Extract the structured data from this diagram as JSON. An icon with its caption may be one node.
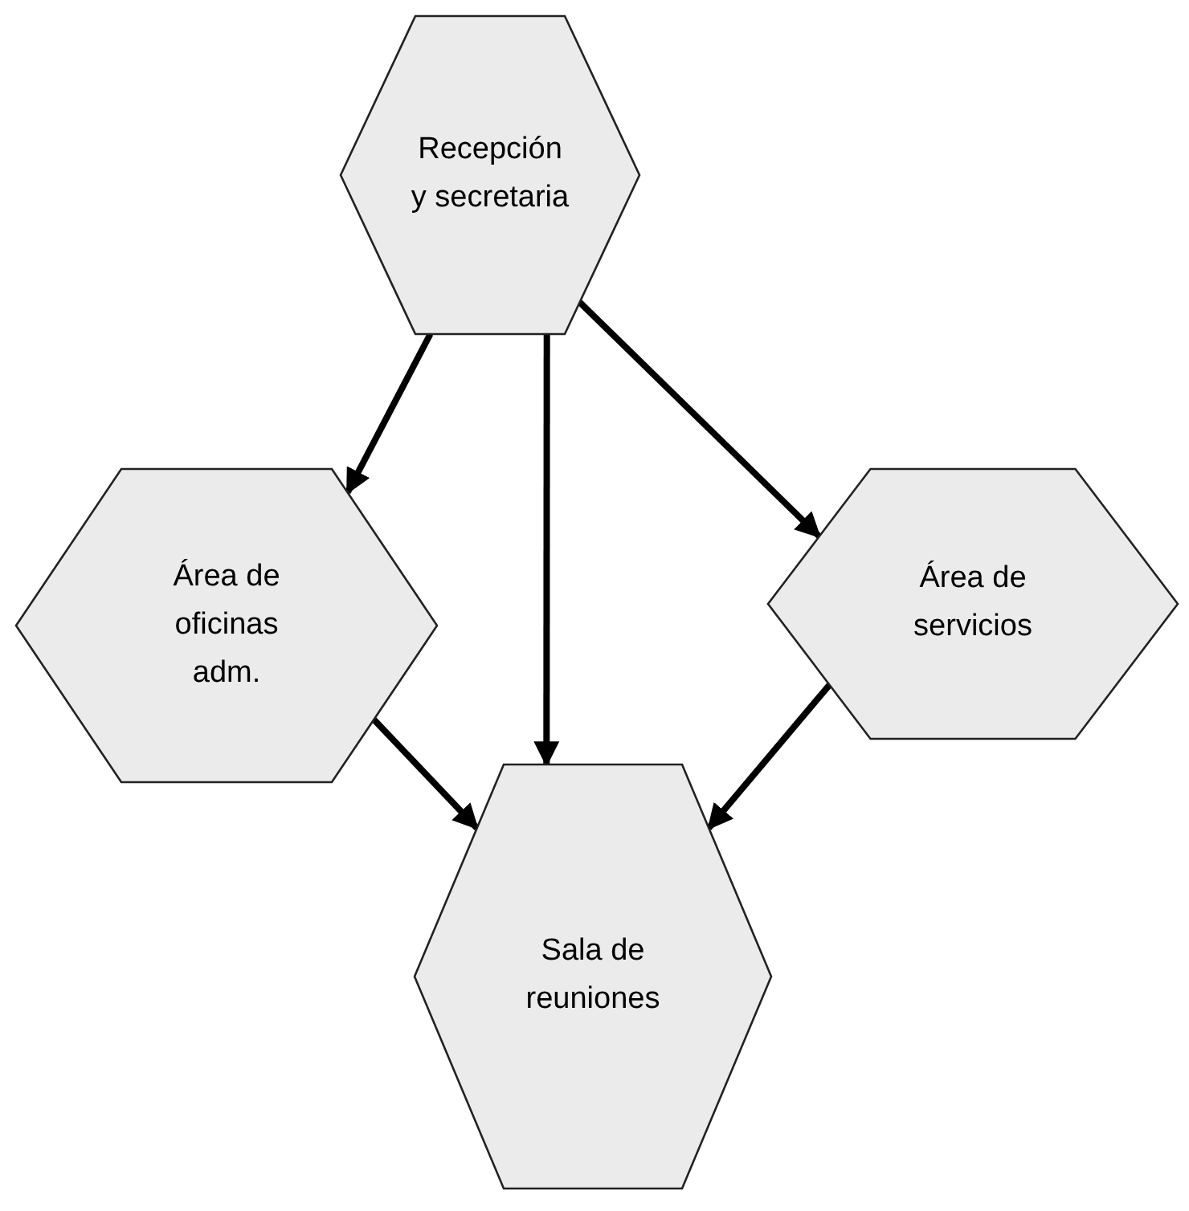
{
  "diagram": {
    "nodes": [
      {
        "text": [
          "Recepción y secretaria"
        ]
      },
      {
        "text": [
          "Área de oficinas adm."
        ]
      },
      {
        "text": [
          "Área de servicios"
        ]
      },
      {
        "text": [
          "Sala de reuniones"
        ]
      }
    ],
    "edges": [
      {
        "from": 0,
        "to": 1,
        "arrow": "to"
      },
      {
        "from": 0,
        "to": 3,
        "arrow": "to"
      },
      {
        "from": 0,
        "to": 2,
        "arrow": "to"
      },
      {
        "from": 1,
        "to": 3,
        "arrow": "to"
      },
      {
        "from": 2,
        "to": 3,
        "arrow": "to"
      }
    ]
  }
}
